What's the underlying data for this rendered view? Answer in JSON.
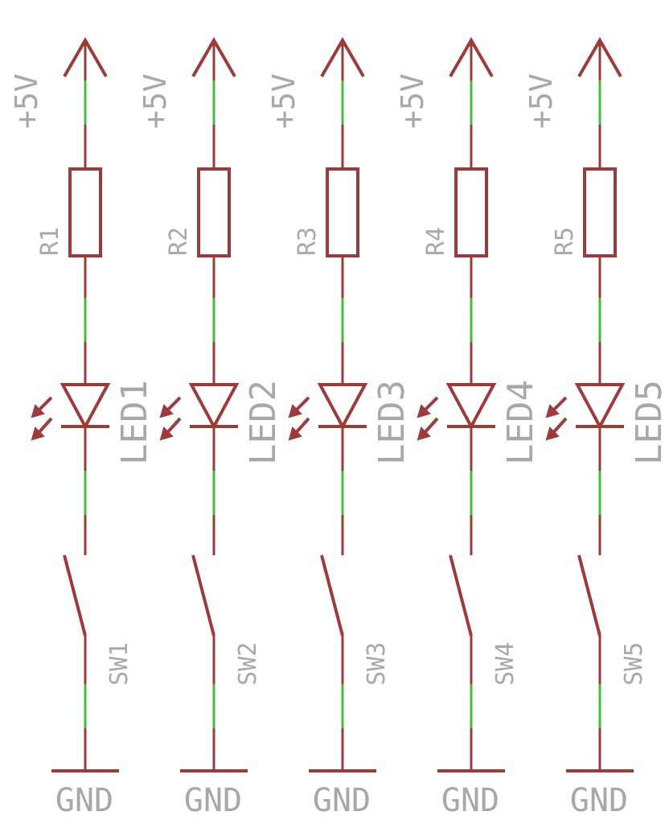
{
  "channels": [
    {
      "supply": "+5V",
      "resistor": "R1",
      "led": "LED1",
      "switch": "SW1",
      "ground": "GND"
    },
    {
      "supply": "+5V",
      "resistor": "R2",
      "led": "LED2",
      "switch": "SW2",
      "ground": "GND"
    },
    {
      "supply": "+5V",
      "resistor": "R3",
      "led": "LED3",
      "switch": "SW3",
      "ground": "GND"
    },
    {
      "supply": "+5V",
      "resistor": "R4",
      "led": "LED4",
      "switch": "SW4",
      "ground": "GND"
    },
    {
      "supply": "+5V",
      "resistor": "R5",
      "led": "LED5",
      "switch": "SW5",
      "ground": "GND"
    }
  ],
  "colors": {
    "symbol": "#9c3b3b",
    "wire": "#3fbf3f",
    "label": "#a8a8a8",
    "background": "#ffffff"
  }
}
